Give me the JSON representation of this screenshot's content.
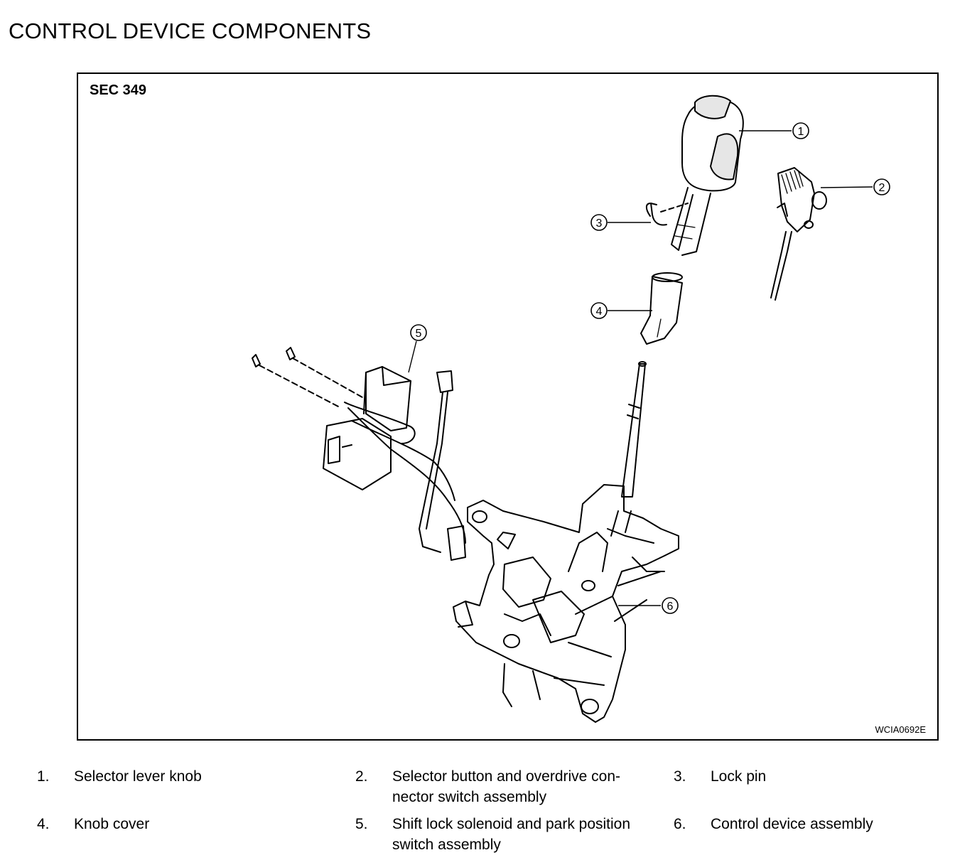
{
  "title": "CONTROL DEVICE COMPONENTS",
  "figure": {
    "section": "SEC 349",
    "code": "WCIA0692E"
  },
  "callouts": [
    "1",
    "2",
    "3",
    "4",
    "5",
    "6"
  ],
  "legend": [
    {
      "num": "1.",
      "text": "Selector lever knob"
    },
    {
      "num": "2.",
      "text": "Selector button and overdrive con-\nnector switch assembly"
    },
    {
      "num": "3.",
      "text": "Lock pin"
    },
    {
      "num": "4.",
      "text": "Knob cover"
    },
    {
      "num": "5.",
      "text": "Shift lock solenoid and park position\nswitch assembly"
    },
    {
      "num": "6.",
      "text": "Control device assembly"
    }
  ]
}
